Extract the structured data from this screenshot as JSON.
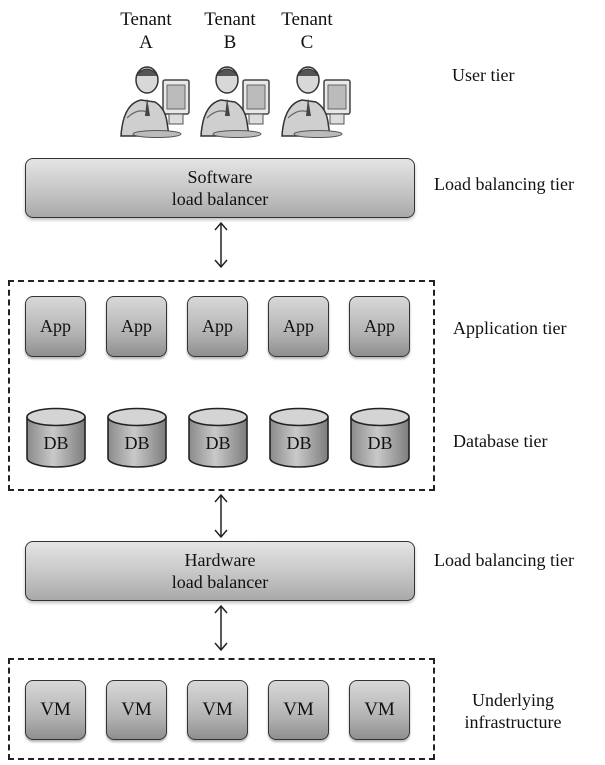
{
  "tenants": [
    {
      "line1": "Tenant",
      "line2": "A"
    },
    {
      "line1": "Tenant",
      "line2": "B"
    },
    {
      "line1": "Tenant",
      "line2": "C"
    }
  ],
  "tiers": {
    "user": "User tier",
    "lb_software": "Load balancing tier",
    "application": "Application tier",
    "database": "Database tier",
    "lb_hardware": "Load balancing tier",
    "infra_line1": "Underlying",
    "infra_line2": "infrastructure"
  },
  "software_lb": {
    "line1": "Software",
    "line2": "load balancer"
  },
  "hardware_lb": {
    "line1": "Hardware",
    "line2": "load balancer"
  },
  "apps": [
    "App",
    "App",
    "App",
    "App",
    "App"
  ],
  "dbs": [
    "DB",
    "DB",
    "DB",
    "DB",
    "DB"
  ],
  "vms": [
    "VM",
    "VM",
    "VM",
    "VM",
    "VM"
  ],
  "icons": {
    "user": "person-at-computer-icon",
    "database": "database-cylinder-icon"
  }
}
